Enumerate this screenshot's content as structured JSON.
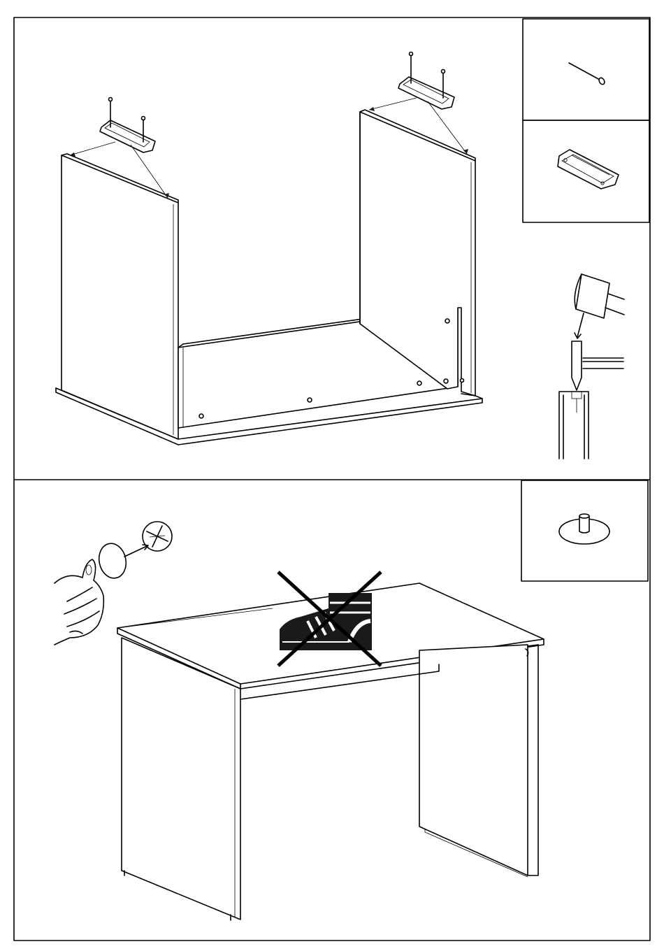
{
  "page": {
    "background": "#ffffff",
    "ink": "#000000"
  },
  "steps": [
    {
      "id": "step-1",
      "callouts": [
        {
          "part": "nail",
          "icon": "nail-icon"
        },
        {
          "part": "plastic-connector",
          "icon": "connector-icon"
        },
        {
          "part": "hammer-nailing-detail",
          "icon": "hammer-icon"
        }
      ]
    },
    {
      "id": "step-2",
      "callouts": [
        {
          "part": "felt-glide-pad",
          "icon": "glide-pad-icon"
        }
      ],
      "warning": {
        "icon": "do-not-stand-icon"
      }
    }
  ]
}
